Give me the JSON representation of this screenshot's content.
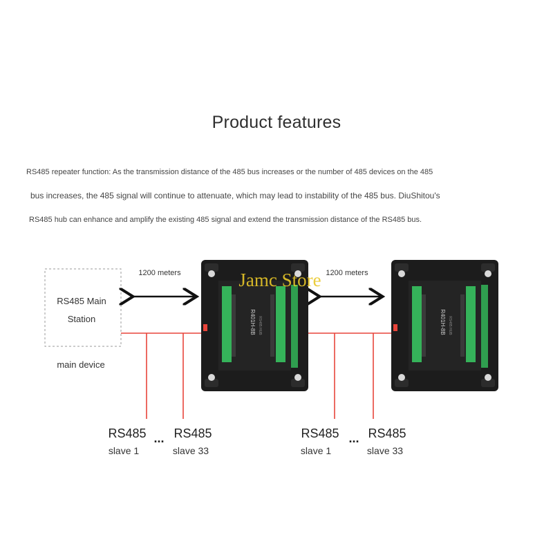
{
  "title": "Product features",
  "description": {
    "lines": [
      "RS485 repeater function: As the transmission distance of the 485 bus increases or the number of 485 devices on the 485",
      "bus increases, the 485 signal will continue to attenuate, which may lead to instability of the 485 bus. DiuShitou's",
      "RS485 hub can enhance and amplify the existing 485 signal and extend the transmission distance of the RS485 bus."
    ]
  },
  "diagram": {
    "main_station": {
      "line1": "RS485 Main",
      "line2": "Station",
      "caption": "main device"
    },
    "distance_labels": [
      "1200 meters",
      "1200 meters"
    ],
    "device_model": "R401H-8B",
    "device_subtitle": "RS485 HUB",
    "watermark": "Jamc Store",
    "slave_groups": [
      {
        "first": {
          "name": "RS485",
          "sub": "slave 1"
        },
        "last": {
          "name": "RS485",
          "sub": "slave 33"
        },
        "ellipsis": "..."
      },
      {
        "first": {
          "name": "RS485",
          "sub": "slave 1"
        },
        "last": {
          "name": "RS485",
          "sub": "slave 33"
        },
        "ellipsis": "..."
      }
    ],
    "colors": {
      "bus_line": "#e8443a",
      "device_body": "#1c1c1c",
      "terminal": "#35b35a",
      "box_border": "#9a9a9a"
    }
  }
}
